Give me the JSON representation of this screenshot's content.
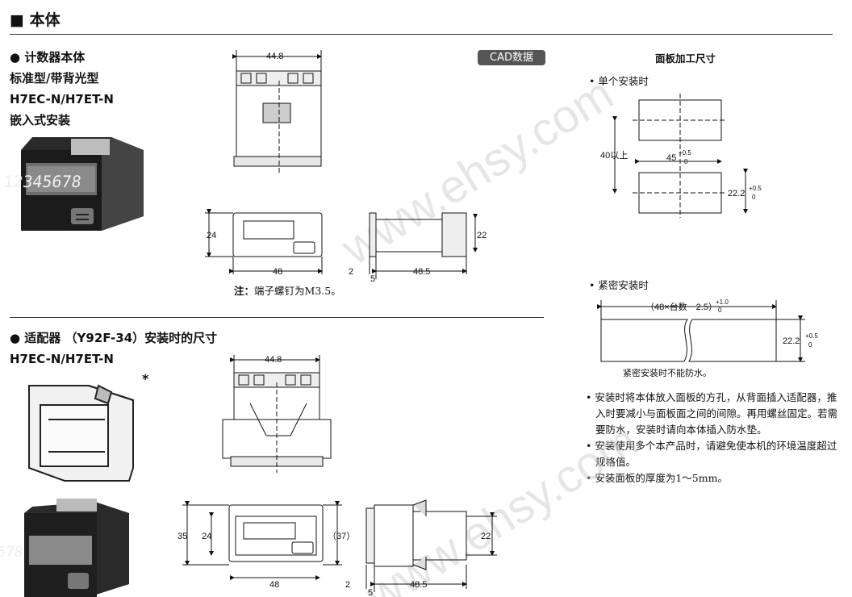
{
  "section_title": "■ 本体",
  "counter": {
    "heading": "● 计数器本体",
    "line1": "标准型/带背光型",
    "model": "H7EC-N/H7ET-N",
    "mount": "嵌入式安装",
    "display_digits": "12345678"
  },
  "cad_button": "CAD数据",
  "dims_top": {
    "w448": "44.8",
    "h24": "24",
    "w48": "48",
    "d2": "2",
    "d5": "5",
    "d485": "48.5",
    "h22": "22",
    "note_label": "注：",
    "note_text": "端子螺钉为M3.5。"
  },
  "adapter": {
    "heading": "● 适配器 （Y92F-34）安装时的尺寸",
    "model": "H7EC-N/H7ET-N",
    "asterisk": "*",
    "w448": "44.8",
    "h35": "35",
    "h24": "24",
    "h37": "（37）",
    "w48": "48",
    "d2": "2",
    "d5": "5",
    "d485": "48.5",
    "h22": "22"
  },
  "panel": {
    "title": "面板加工尺寸",
    "single_label": "• 单个安装时",
    "dim_40": "40以上",
    "dim_45": "45",
    "tol_45_up": "+0.5",
    "tol_45_dn": "0",
    "dim_22": "22.2",
    "tol_22_up": "+0.5",
    "tol_22_dn": "0",
    "close_label": "• 紧密安装时",
    "close_formula": "（48×台数－2.5）",
    "tol_f_up": "+1.0",
    "tol_f_dn": "0",
    "close_22": "22.2",
    "close_22_up": "+0.5",
    "close_22_dn": "0",
    "close_note": "紧密安装时不能防水。"
  },
  "notes": [
    "• 安装时将本体放入面板的方孔，从背面插入适配器，推入时要减小与面板面之间的间隙。再用螺丝固定。若需要防水，安装时请向本体插入防水垫。",
    "• 安装使用多个本产品时，请避免使本机的环境温度超过规格值。",
    "• 安装面板的厚度为1～5mm。"
  ],
  "watermark": "www.ehsy.com"
}
